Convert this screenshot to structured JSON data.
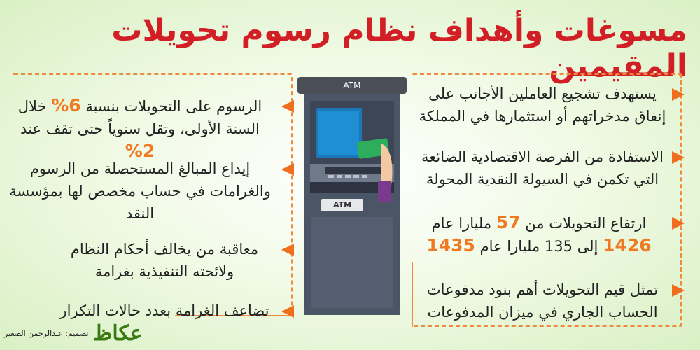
{
  "title": "مسوغات وأهداف نظام رسوم تحويلات المقيمين",
  "left_items": [
    {
      "pre": "الرسوم على التحويلات بنسبة ",
      "hl1": "6%",
      "mid": " خلال السنة الأولى، وتقل سنوياً حتى تقف عند ",
      "hl2": "2%"
    },
    {
      "text": "إيداع المبالغ المستحصلة من الرسوم والغرامات في حساب مخصص لها بمؤسسة النقد"
    },
    {
      "text": "معاقبة من يخالف أحكام النظام ولائحته التنفيذية بغرامة"
    },
    {
      "text": "تضاعف الغرامة بعدد حالات التكرار"
    }
  ],
  "right_items": [
    {
      "text": "يستهدف تشجيع العاملين الأجانب على إنفاق مدخراتهم أو استثمارها في المملكة"
    },
    {
      "text": "الاستفادة من الفرصة الاقتصادية الضائعة التي تكمن في السيولة النقدية المحولة"
    },
    {
      "pre": "ارتفاع التحويلات من ",
      "hl1": "57",
      "mid1": " مليارا عام ",
      "hl2": "1426",
      "mid2": " إلى 135 مليارا عام ",
      "hl3": "1435"
    },
    {
      "text": "تمثل قيم التحويلات أهم بنود مدفوعات الحساب الجاري في ميزان المدفوعات"
    }
  ],
  "atm": {
    "top_label": "ATM",
    "slot_label": "ATM"
  },
  "credit": {
    "logo": "عكاظ",
    "designer": "تصميم: عبدالرحمن الصغير"
  },
  "colors": {
    "title": "#d21f26",
    "accent": "#ef7a22",
    "frame": "#ef8a3a"
  }
}
